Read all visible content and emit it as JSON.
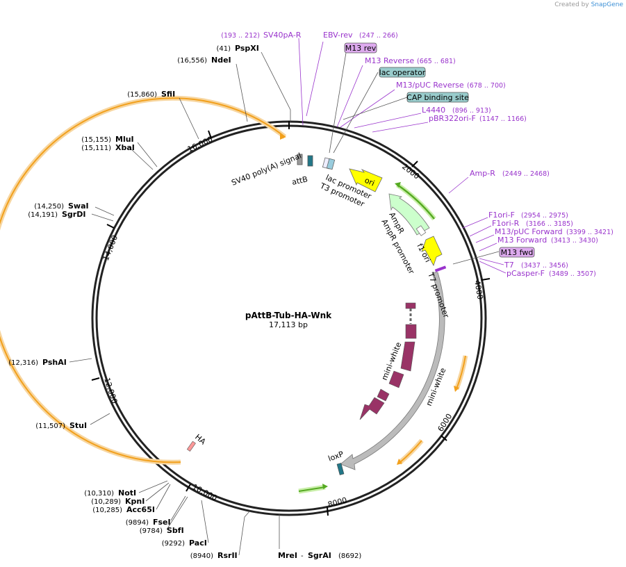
{
  "credit": {
    "prefix": "Created by",
    "brand": "SnapGene"
  },
  "plasmid": {
    "name": "pAttB-Tub-HA-Wnk",
    "length_label": "17,113 bp"
  },
  "ticks": [
    "2000",
    "4000",
    "6000",
    "8000",
    "10,000",
    "12,000",
    "14,000",
    "16,000"
  ],
  "restriction_sites": [
    {
      "pos": "(41)",
      "name": "PspXI"
    },
    {
      "pos": "(16,556)",
      "name": "NdeI"
    },
    {
      "pos": "(15,860)",
      "name": "SfiI"
    },
    {
      "pos": "(15,155)",
      "name": "MluI"
    },
    {
      "pos": "(15,111)",
      "name": "XbaI"
    },
    {
      "pos": "(14,250)",
      "name": "SwaI"
    },
    {
      "pos": "(14,191)",
      "name": "SgrDI"
    },
    {
      "pos": "(12,316)",
      "name": "PshAI"
    },
    {
      "pos": "(11,507)",
      "name": "StuI"
    },
    {
      "pos": "(10,310)",
      "name": "NotI"
    },
    {
      "pos": "(10,289)",
      "name": "KpnI"
    },
    {
      "pos": "(10,285)",
      "name": "Acc65I"
    },
    {
      "pos": "(9894)",
      "name": "FseI"
    },
    {
      "pos": "(9784)",
      "name": "SbfI"
    },
    {
      "pos": "(9292)",
      "name": "PacI"
    },
    {
      "pos": "(8940)",
      "name": "RsrII"
    },
    {
      "name": "MreI",
      "sep": "-",
      "name2": "SgrAI",
      "pos": "(8692)"
    }
  ],
  "primers": [
    {
      "name": "SV40pA-R",
      "range": "(193 .. 212)"
    },
    {
      "name": "EBV-rev",
      "range": "(247 .. 266)"
    },
    {
      "name": "M13 Reverse",
      "range": "(665 .. 681)"
    },
    {
      "name": "M13/pUC Reverse",
      "range": "(678 .. 700)"
    },
    {
      "name": "L4440",
      "range": "(896 .. 913)"
    },
    {
      "name": "pBR322ori-F",
      "range": "(1147 .. 1166)"
    },
    {
      "name": "Amp-R",
      "range": "(2449 .. 2468)"
    },
    {
      "name": "F1ori-F",
      "range": "(2954 .. 2975)"
    },
    {
      "name": "F1ori-R",
      "range": "(3166 .. 3185)"
    },
    {
      "name": "M13/pUC Forward",
      "range": "(3399 .. 3421)"
    },
    {
      "name": "M13 Forward",
      "range": "(3413 .. 3430)"
    },
    {
      "name": "T7",
      "range": "(3437 .. 3456)"
    },
    {
      "name": "pCasper-F",
      "range": "(3489 .. 3507)"
    }
  ],
  "boxed_labels": {
    "m13_rev": "M13 rev",
    "lac_operator": "lac operator",
    "cap_site": "CAP binding site",
    "m13_fwd": "M13 fwd"
  },
  "features": {
    "sv40": "SV40 poly(A) signal",
    "attb": "attB",
    "lac_promoter": "lac promoter",
    "t3_promoter": "T3 promoter",
    "ori": "ori",
    "ampr": "AmpR",
    "ampr_promoter": "AmpR promoter",
    "f1_ori": "f1 ori",
    "t7_promoter": "T7 promoter",
    "mini_white_inner": "mini-white",
    "mini_white_outer": "mini-white",
    "loxp": "loxP",
    "ha": "HA"
  },
  "colors": {
    "primer": "#9933cc",
    "orange_feature": "#f2a01c",
    "green_feature": "#55aa22",
    "ori_yellow": "#ffff00",
    "ampr_fill": "#ccffcc",
    "mini_white_inner": "#993366",
    "mini_white_outer": "#bbbbbb",
    "boxed_teal": "#99cccc",
    "boxed_lilac": "#ddaaee"
  }
}
